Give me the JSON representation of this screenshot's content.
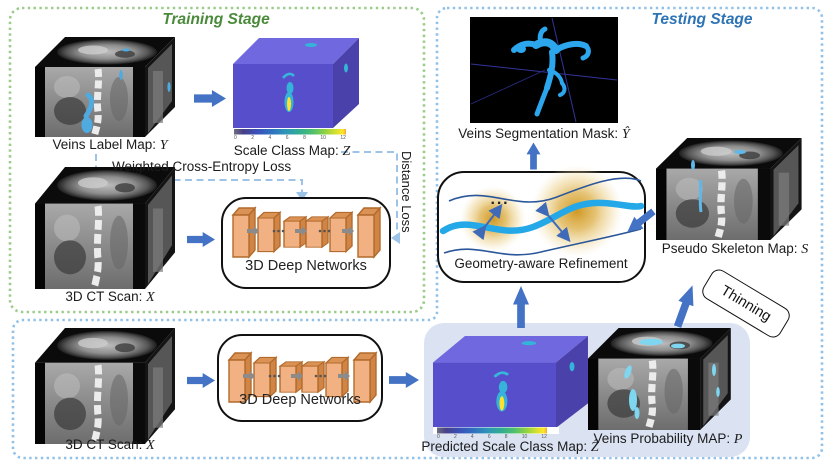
{
  "training_stage": {
    "title": "Training Stage",
    "veins_label_map_caption": {
      "text": "Veins Label Map: ",
      "var": "Y"
    },
    "scale_class_map_caption": {
      "text": "Scale Class Map: ",
      "var": "Z"
    },
    "weighted_ce_loss_label": "Weighted Cross-Entropy Loss",
    "distance_loss_label": "Distance Loss",
    "deep_networks_label": "3D Deep Networks",
    "ct_scan_caption": {
      "text": "3D CT Scan: ",
      "var": "X"
    }
  },
  "testing_stage": {
    "title": "Testing Stage",
    "segmentation_mask_caption": {
      "text": "Veins Segmentation Mask: ",
      "var": "Ŷ"
    },
    "refinement_label": "Geometry-aware Refinement",
    "refinement_dots": "···",
    "pseudo_skeleton_caption": {
      "text": "Pseudo Skeleton Map: ",
      "var": "S"
    },
    "thinning_label": "Thinning",
    "deep_networks_label": "3D Deep Networks",
    "ct_scan_caption": {
      "text": "3D CT Scan: ",
      "var": "X"
    },
    "predicted_scale_map_caption": {
      "text": "Predicted Scale Class Map: ",
      "var": "Ẑ"
    },
    "veins_probability_caption": {
      "text": "Veins Probability MAP: ",
      "var": "P"
    }
  },
  "colorbar": {
    "ticks": [
      "0",
      "2",
      "4",
      "6",
      "8",
      "10",
      "12"
    ]
  },
  "colors": {
    "training_accent": "#4a8a3a",
    "testing_accent": "#2e74b5",
    "arrow_blue": "#4472C4",
    "dashed_blue": "#9DC3E6",
    "slab_orange": "#F2B183",
    "vein_blue": "#2CA6EC",
    "panel_blue": "#dbe3f3",
    "scale_cube_purple": "#574ecb"
  }
}
